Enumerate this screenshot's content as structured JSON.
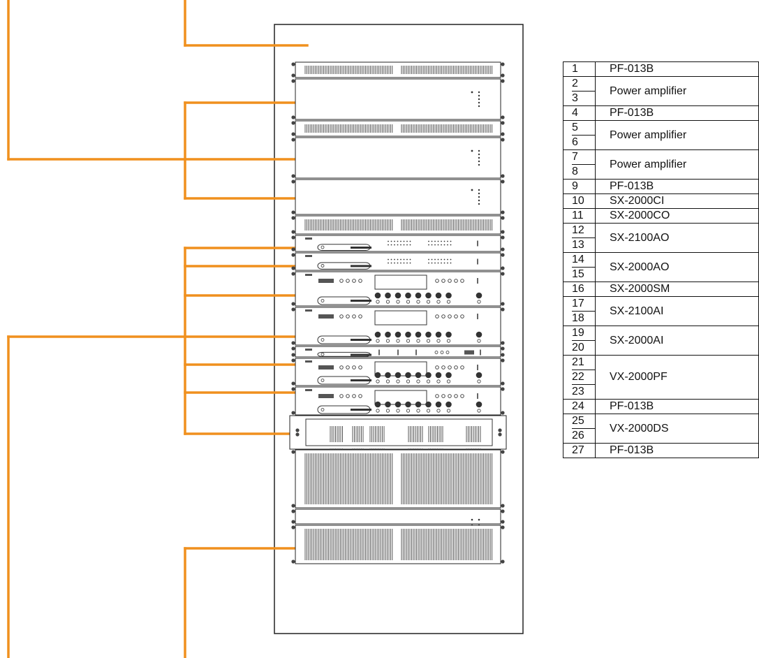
{
  "colors": {
    "lead_line": "#f0901e",
    "outline": "#222222",
    "vent": "#555555"
  },
  "rack_table": [
    {
      "units": [
        "1"
      ],
      "model": "PF-013B"
    },
    {
      "units": [
        "2",
        "3"
      ],
      "model": "Power amplifier"
    },
    {
      "units": [
        "4"
      ],
      "model": "PF-013B"
    },
    {
      "units": [
        "5",
        "6"
      ],
      "model": "Power amplifier"
    },
    {
      "units": [
        "7",
        "8"
      ],
      "model": "Power amplifier"
    },
    {
      "units": [
        "9"
      ],
      "model": "PF-013B"
    },
    {
      "units": [
        "10"
      ],
      "model": "SX-2000CI"
    },
    {
      "units": [
        "11"
      ],
      "model": "SX-2000CO"
    },
    {
      "units": [
        "12",
        "13"
      ],
      "model": "SX-2100AO"
    },
    {
      "units": [
        "14",
        "15"
      ],
      "model": "SX-2000AO"
    },
    {
      "units": [
        "16"
      ],
      "model": "SX-2000SM"
    },
    {
      "units": [
        "17",
        "18"
      ],
      "model": "SX-2100AI"
    },
    {
      "units": [
        "19",
        "20"
      ],
      "model": "SX-2000AI"
    },
    {
      "units": [
        "21",
        "22",
        "23"
      ],
      "model": "VX-2000PF"
    },
    {
      "units": [
        "24"
      ],
      "model": "PF-013B"
    },
    {
      "units": [
        "25",
        "26"
      ],
      "model": "VX-2000DS"
    },
    {
      "units": [
        "27"
      ],
      "model": "PF-013B"
    }
  ],
  "rack_units": [
    {
      "unit_type": "vent_panel"
    },
    {
      "unit_type": "amplifier"
    },
    {
      "unit_type": "vent_panel"
    },
    {
      "unit_type": "amplifier"
    },
    {
      "unit_type": "amplifier"
    },
    {
      "unit_type": "vent_panel"
    },
    {
      "unit_type": "io_module"
    },
    {
      "unit_type": "io_module"
    },
    {
      "unit_type": "audio_module"
    },
    {
      "unit_type": "audio_module"
    },
    {
      "unit_type": "system_manager"
    },
    {
      "unit_type": "audio_module"
    },
    {
      "unit_type": "audio_module"
    },
    {
      "unit_type": "power_supply"
    },
    {
      "unit_type": "vent_panel"
    },
    {
      "unit_type": "digital_module"
    },
    {
      "unit_type": "vent_panel"
    }
  ]
}
